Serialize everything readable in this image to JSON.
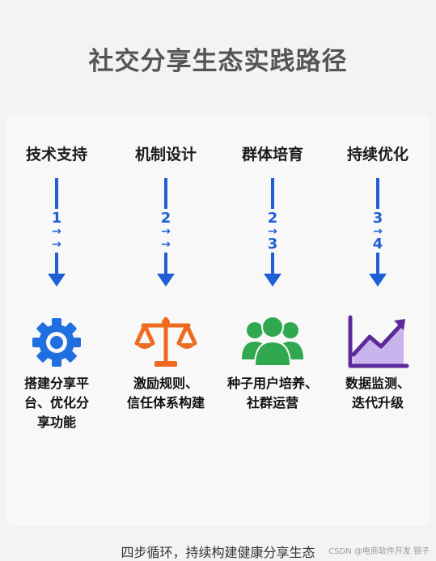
{
  "title": "社交分享生态实践路径",
  "columns": [
    {
      "heading": "技术支持",
      "steps": [
        "1",
        "→",
        "→"
      ],
      "icon": "gear-icon",
      "desc": [
        "搭建分享平",
        "台、优化分",
        "享功能"
      ]
    },
    {
      "heading": "机制设计",
      "steps": [
        "2",
        "→",
        "→"
      ],
      "icon": "scales-icon",
      "desc": [
        "激励规则、",
        "信任体系构建"
      ]
    },
    {
      "heading": "群体培育",
      "steps": [
        "2",
        "→",
        "3"
      ],
      "icon": "users-group-icon",
      "desc": [
        "种子用户培养、",
        "社群运营"
      ]
    },
    {
      "heading": "持续优化",
      "steps": [
        "3",
        "→",
        "4"
      ],
      "icon": "growth-chart-icon",
      "desc": [
        "数据监测、",
        "迭代升级"
      ]
    }
  ],
  "footer": "四步循环，持续构建健康分享生态",
  "watermark": "CSDN @电商软件开发 银子",
  "colors": {
    "arrow": "#1f5fd6",
    "gear": "#1f6fe0",
    "scales": "#ee6a1e",
    "users": "#2fa84f",
    "chart_line": "#5b2a9a",
    "chart_fill": "#c9b4ee"
  }
}
